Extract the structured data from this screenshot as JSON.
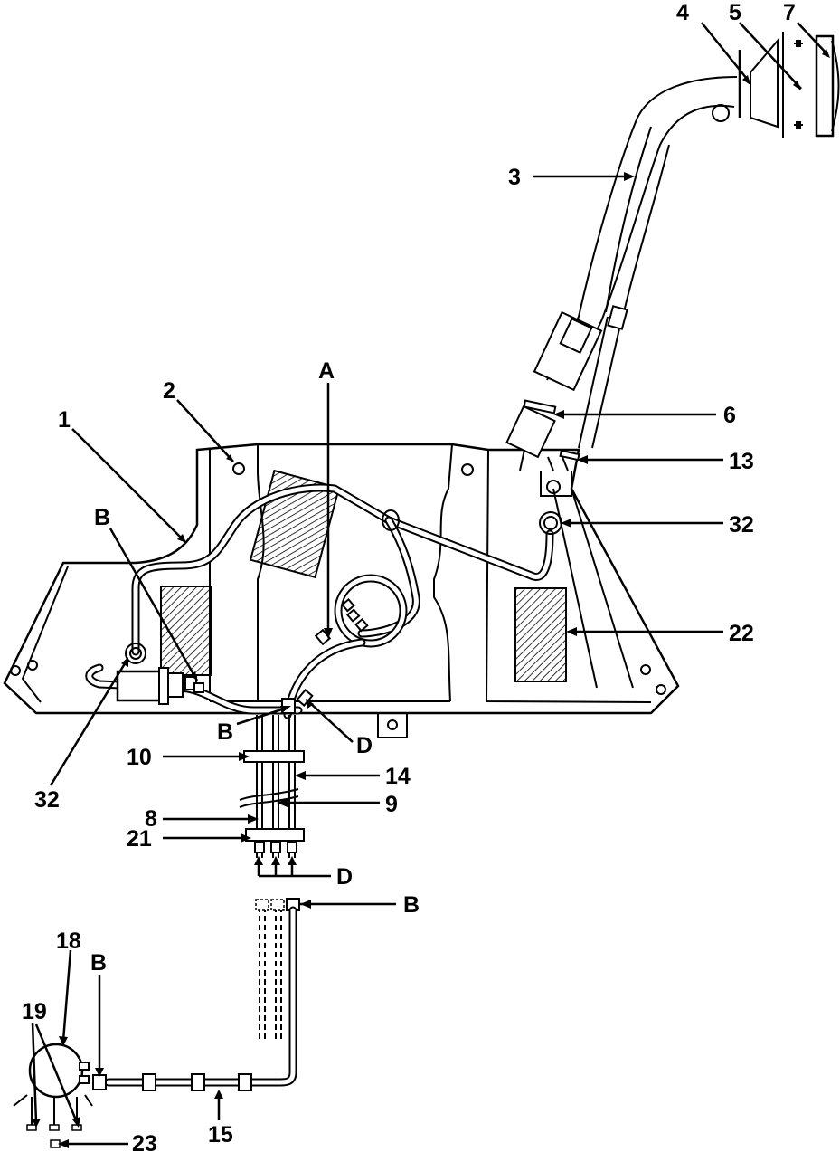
{
  "callouts": {
    "c1": "1",
    "c2": "2",
    "c3": "3",
    "c4": "4",
    "c5": "5",
    "c6": "6",
    "c7": "7",
    "c8": "8",
    "c9": "9",
    "c10": "10",
    "c13": "13",
    "c14": "14",
    "c15": "15",
    "c18": "18",
    "c19": "19",
    "c21": "21",
    "c22": "22",
    "c23": "23",
    "c32_right": "32",
    "c32_left": "32",
    "cA": "A",
    "cB_left": "B",
    "cB_mid": "B",
    "cB_right": "B",
    "cB_pump": "B",
    "cD_mid": "D",
    "cD_bottom": "D"
  }
}
